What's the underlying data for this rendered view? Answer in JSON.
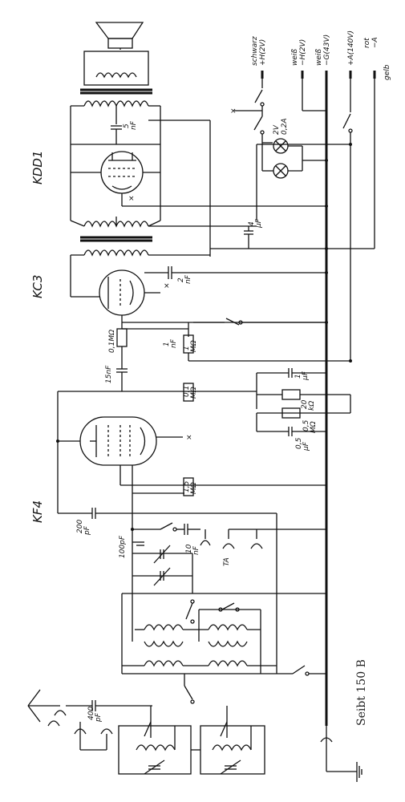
{
  "tubes": {
    "kdd1": "KDD1",
    "kc3": "KC3",
    "kf4": "KF4"
  },
  "terminals": {
    "t1": {
      "color": "schwarz",
      "signal": "+H(2V)"
    },
    "t2": {
      "color": "weiß",
      "signal": "−H(2V)"
    },
    "t3": {
      "color": "weiß",
      "signal": "−G(43V)"
    },
    "t4": {
      "color": "",
      "signal": "+A(140V)"
    },
    "t5": {
      "color": "rot",
      "signal": "−A"
    },
    "t6": {
      "color": "gelb",
      "signal": ""
    }
  },
  "lamp": {
    "voltage": "2V",
    "current": "0,2A"
  },
  "components": {
    "c_5nf_v": "5",
    "c_5nf_u": "nF",
    "c_4uf_v": "4",
    "c_4uf_u": "µF",
    "c_2nf_v": "2",
    "c_2nf_u": "nF",
    "r_01m_v": "0,1MΩ",
    "c_1nf_v": "1",
    "c_1nf_u": "nF",
    "r_1m_v": "1",
    "r_1m_u": "MΩ",
    "c_15nf": "15nF",
    "c_1uf_v": "1",
    "c_1uf_u": "µF",
    "r_01m2_v": "0,1",
    "r_01m2_u": "MΩ",
    "r_20k_v": "20",
    "r_20k_u": "kΩ",
    "c_05_v": "0,5",
    "c_05_u": "µF",
    "r_05_v": "0,5",
    "r_05_u": "MΩ",
    "r_15m_v": "1,5",
    "r_15m_u": "MΩ",
    "c_200pf_v": "200",
    "c_200pf_u": "pF",
    "c_100pf": "100pF",
    "c_10nf_v": "10",
    "c_10nf_u": "nF",
    "ta": "TA",
    "c_400pf_v": "400",
    "c_400pf_u": "pF"
  },
  "caption": "Seibt 150 B"
}
